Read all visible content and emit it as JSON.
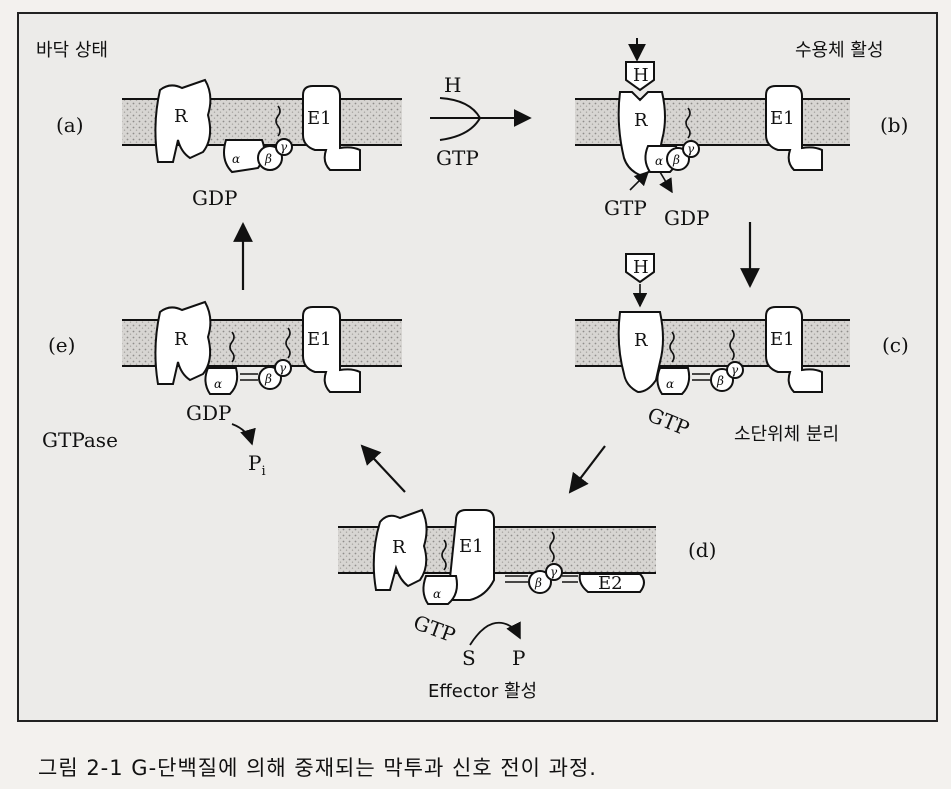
{
  "labels": {
    "state_ground": "바닥 상태",
    "state_receptor": "수용체 활성",
    "state_dissoc": "소단위체 분리",
    "state_effector": "Effector 활성",
    "gtpase": "GTPase"
  },
  "panels": {
    "a": "(a)",
    "b": "(b)",
    "c": "(c)",
    "d": "(d)",
    "e": "(e)"
  },
  "proteins": {
    "R": "R",
    "E1": "E1",
    "E2": "E2",
    "H": "H",
    "alpha": "α",
    "beta": "β",
    "gamma": "γ"
  },
  "molecules": {
    "GDP": "GDP",
    "GTP": "GTP",
    "H": "H",
    "S": "S",
    "P": "P",
    "Pi": "P",
    "Pi_sub": "i"
  },
  "caption": "그림 2-1  G-단백질에 의해 중재되는 막투과 신호 전이 과정.",
  "colors": {
    "membrane": "#d9d7d4",
    "ink": "#111111",
    "paper": "#ecebe9"
  }
}
